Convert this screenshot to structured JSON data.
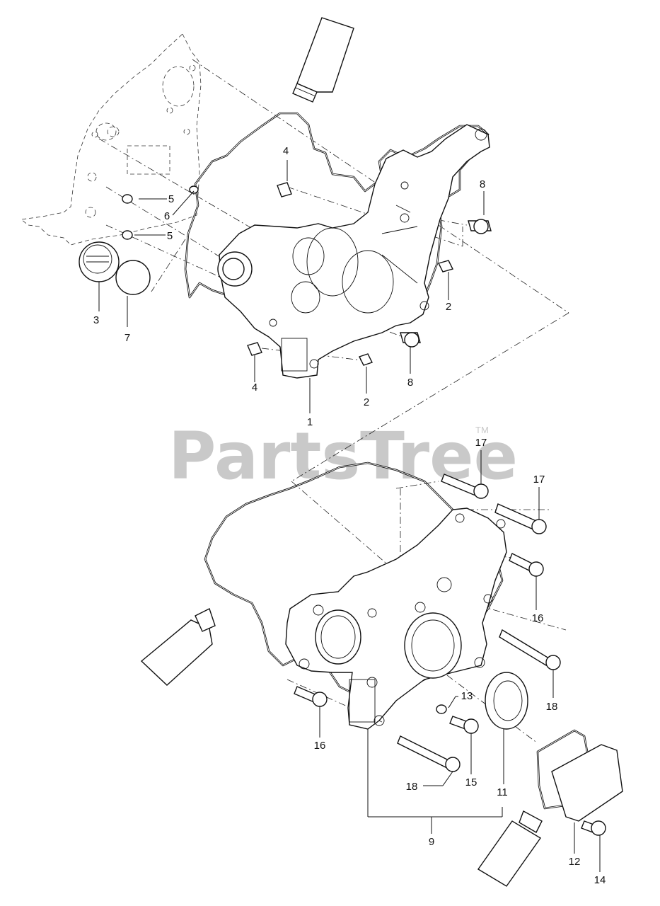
{
  "watermark": {
    "text": "PartsTree",
    "trademark": "TM"
  },
  "callouts": [
    {
      "id": "c1",
      "label": "1"
    },
    {
      "id": "c2a",
      "label": "2"
    },
    {
      "id": "c2b",
      "label": "2"
    },
    {
      "id": "c3",
      "label": "3"
    },
    {
      "id": "c4a",
      "label": "4"
    },
    {
      "id": "c4b",
      "label": "4"
    },
    {
      "id": "c5a",
      "label": "5"
    },
    {
      "id": "c5b",
      "label": "5"
    },
    {
      "id": "c6",
      "label": "6"
    },
    {
      "id": "c7",
      "label": "7"
    },
    {
      "id": "c8a",
      "label": "8"
    },
    {
      "id": "c8b",
      "label": "8"
    },
    {
      "id": "c9",
      "label": "9"
    },
    {
      "id": "c11",
      "label": "11"
    },
    {
      "id": "c12",
      "label": "12"
    },
    {
      "id": "c13",
      "label": "13"
    },
    {
      "id": "c14",
      "label": "14"
    },
    {
      "id": "c15",
      "label": "15"
    },
    {
      "id": "c16a",
      "label": "16"
    },
    {
      "id": "c16b",
      "label": "16"
    },
    {
      "id": "c17a",
      "label": "17"
    },
    {
      "id": "c17b",
      "label": "17"
    },
    {
      "id": "c18a",
      "label": "18"
    },
    {
      "id": "c18b",
      "label": "18"
    }
  ],
  "colors": {
    "line": "#111111",
    "background": "#ffffff",
    "watermark": "#c9c9c9"
  }
}
